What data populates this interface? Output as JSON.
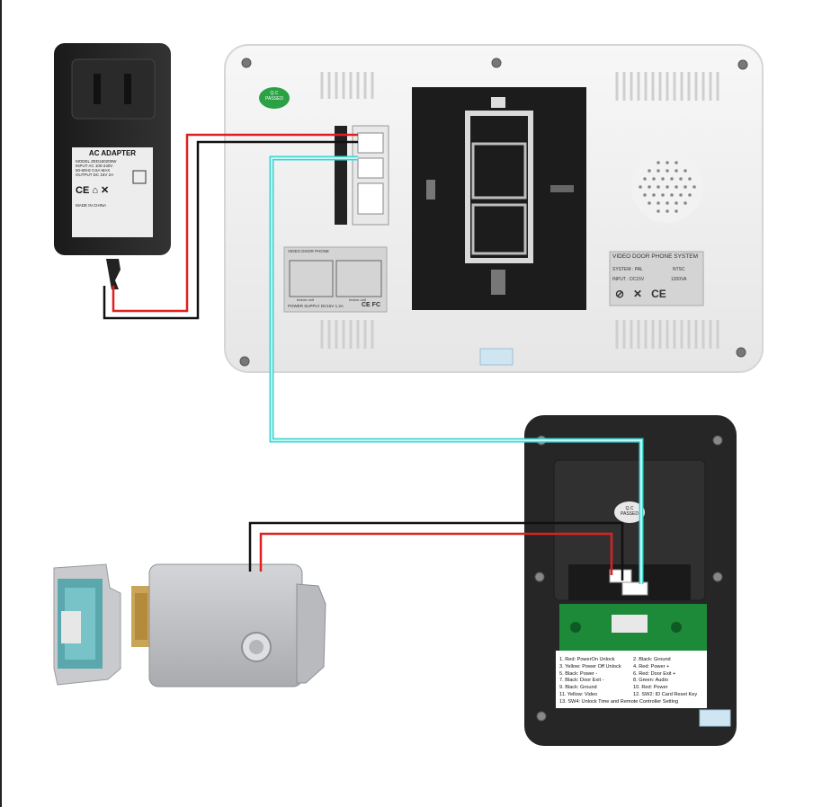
{
  "adapter": {
    "title": "AC ADAPTER",
    "model": "MODEL ZED150200W",
    "input": "INPUT AC 100-240V",
    "freq": "50-60Hz 0.5A MAX",
    "output": "OUTPUT DC 15V 2A",
    "made_in": "MADE IN CHINA"
  },
  "monitor": {
    "qc_line1": "Q.C",
    "qc_line2": "PASSED",
    "spec_title": "VIDEO DOOR PHONE SYSTEM",
    "system_label": "SYSTEM : PAL",
    "system_ntsc": "NTSC",
    "input_label": "INPUT  : DC15V",
    "power_value": "1200VA",
    "wiring_title": "VIDEO DOOR PHONE",
    "wiring_left": "Indoor unit",
    "wiring_right": "Indoor unit",
    "power_supply": "POWER SUPPLY DC15V 1.2A",
    "ce_mark": "CE FC"
  },
  "outdoor": {
    "qc_line1": "Q.C",
    "qc_line2": "PASSED",
    "legend": [
      [
        "1. Red: PowerOn Unlock",
        "2. Black: Ground"
      ],
      [
        "3. Yellow: Power Off Unlock",
        "4. Red: Power +"
      ],
      [
        "5. Black: Power -",
        "6. Red: Door Exit +"
      ],
      [
        "7. Black: Door Exit -",
        "8. Green: Audio"
      ],
      [
        "9. Black: Ground",
        "10. Red: Power"
      ],
      [
        "11. Yellow: Video",
        "12. SW2: ID Card Reset Key"
      ],
      [
        "13. SW4: Unlock Time and Remote Controller Setting",
        ""
      ]
    ]
  },
  "colors": {
    "wire_red": "#e02020",
    "wire_black": "#111111",
    "wire_cyan": "#3fd6d2",
    "monitor_body": "#f2f2f2",
    "outdoor_body": "#2a2a2a",
    "lock_body": "#bfc1c4",
    "pcb_green": "#1d8a3a"
  }
}
